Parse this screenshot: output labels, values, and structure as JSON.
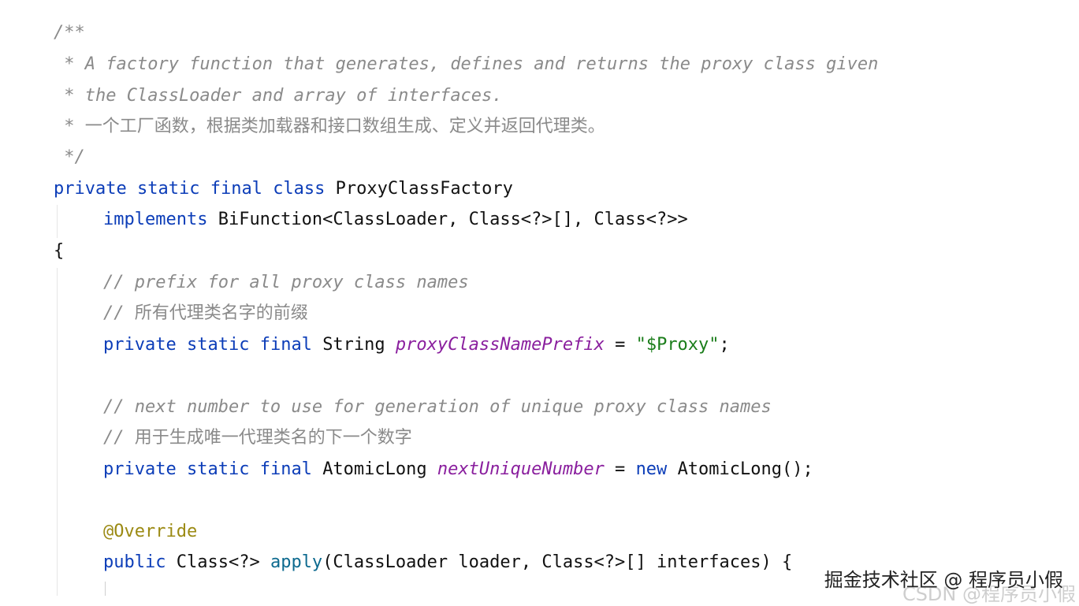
{
  "code": {
    "javadoc": {
      "open": "/**",
      "line1": " * A factory function that generates, defines and returns the proxy class given",
      "line2": " * the ClassLoader and array of interfaces.",
      "line3_marker": " * ",
      "line3_text": "一个工厂函数，根据类加载器和接口数组生成、定义并返回代理类。",
      "close": " */"
    },
    "class_decl": {
      "kw_private": "private",
      "kw_static": "static",
      "kw_final": "final",
      "kw_class": "class",
      "name": "ProxyClassFactory"
    },
    "implements_line": {
      "kw_implements": "implements",
      "type": "BiFunction<ClassLoader, Class<?>[], Class<?>>"
    },
    "open_brace": "{",
    "prefix_comment": {
      "en": "// prefix for all proxy class names",
      "zh_marker": "// ",
      "zh": "所有代理类名字的前缀"
    },
    "prefix_field": {
      "kw_private": "private",
      "kw_static": "static",
      "kw_final": "final",
      "type": "String",
      "name": "proxyClassNamePrefix",
      "assign": " = ",
      "value": "\"$Proxy\"",
      "end": ";"
    },
    "number_comment": {
      "en": "// next number to use for generation of unique proxy class names",
      "zh_marker": "// ",
      "zh": "用于生成唯一代理类名的下一个数字"
    },
    "number_field": {
      "kw_private": "private",
      "kw_static": "static",
      "kw_final": "final",
      "type": "AtomicLong",
      "name": "nextUniqueNumber",
      "assign": " = ",
      "kw_new": "new",
      "ctor": "AtomicLong();"
    },
    "annotation": "@Override",
    "method_decl": {
      "kw_public": "public",
      "return_type": "Class<?>",
      "name": "apply",
      "params": "(ClassLoader loader, Class<?>[] interfaces) {"
    }
  },
  "watermarks": {
    "juejin": "掘金技术社区 @ 程序员小假",
    "csdn": "CSDN @程序员小假"
  },
  "colors": {
    "keyword": "#0c3db8",
    "comment": "#8a8a8a",
    "field": "#8a1f9e",
    "string": "#1a7d1a",
    "annotation": "#9b8a13",
    "method": "#0d6a8f"
  }
}
